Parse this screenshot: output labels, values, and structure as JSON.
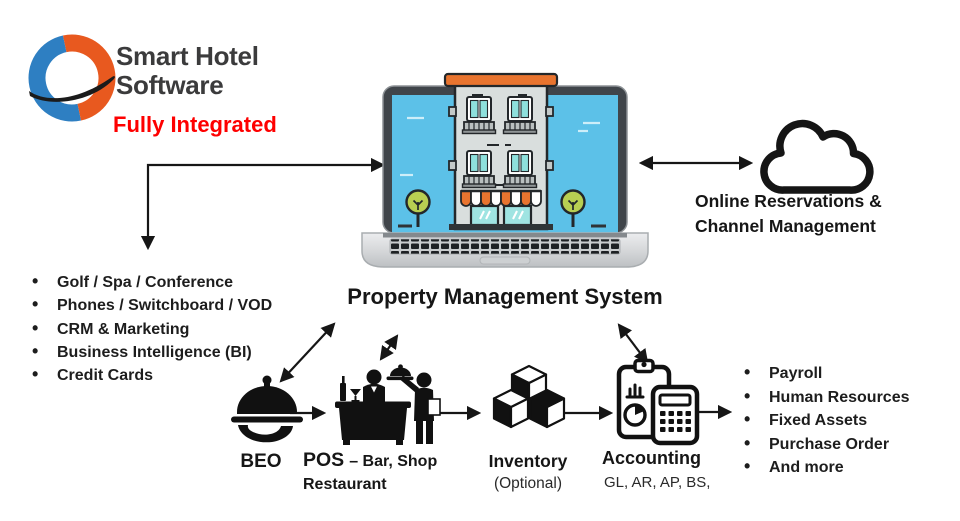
{
  "brand": {
    "name_line1": "Smart Hotel",
    "name_line2": "Software",
    "tagline": "Fully Integrated"
  },
  "pms": {
    "label": "Property Management System"
  },
  "cloud": {
    "line1": "Online Reservations &",
    "line2": "Channel Management"
  },
  "left_modules": {
    "items": [
      "Golf / Spa / Conference",
      "Phones / Switchboard / VOD",
      "CRM & Marketing",
      "Business Intelligence (BI)",
      "Credit Cards"
    ]
  },
  "right_modules": {
    "items": [
      "Payroll",
      "Human Resources",
      "Fixed Assets",
      "Purchase Order",
      "And more"
    ]
  },
  "flow": {
    "beo": {
      "label": "BEO"
    },
    "pos": {
      "label": "POS",
      "detail": "– Bar, Shop",
      "detail2": "Restaurant"
    },
    "inventory": {
      "label": "Inventory",
      "note": "(Optional)"
    },
    "accounting": {
      "label": "Accounting",
      "note": "GL, AR, AP, BS,"
    }
  },
  "icons": {
    "logo": "smart-hotel-logo",
    "laptop": "laptop-hotel-illustration",
    "cloud": "cloud-icon",
    "beo": "cloche-hand-icon",
    "pos": "bartender-waiter-icon",
    "inventory": "boxes-icon",
    "accounting": "clipboard-calculator-icon"
  },
  "colors": {
    "brand_blue": "#2e7fc2",
    "brand_orange": "#e8591f",
    "tagline_red": "#fe0000",
    "screen_blue": "#5cc1e8",
    "awning_orange": "#e8742f",
    "tree_green": "#b8cf52",
    "ink": "#1a1a1a"
  }
}
